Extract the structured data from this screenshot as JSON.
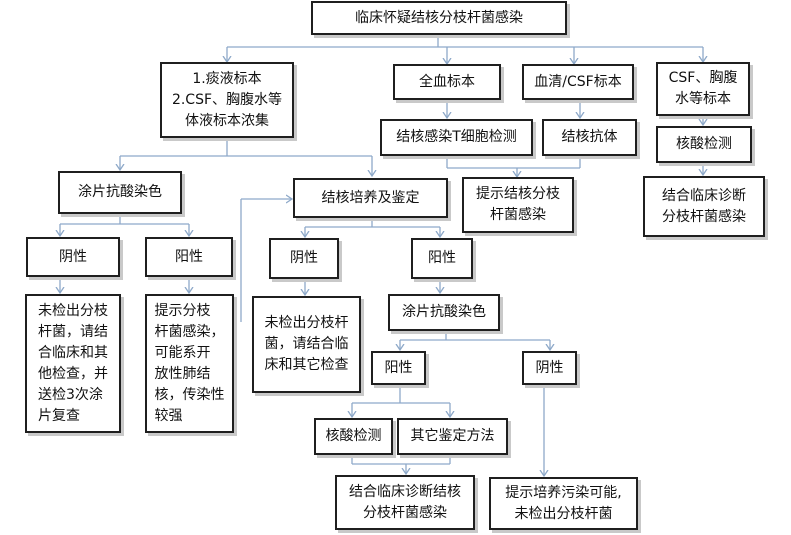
{
  "root": "临床怀疑结核分枝杆菌感染",
  "sample_sputum_csf": "1.痰液标本\n2.CSF、胸腹水等\n体液标本浓集",
  "sample_blood": "全血标本",
  "sample_serum": "血清/CSF标本",
  "sample_csf_pleural": "CSF、胸腹\n水等标本",
  "tcell_test": "结核感染T细胞检测",
  "antibody": "结核抗体",
  "nucleic_top": "核酸检测",
  "suggest_tb_infection": "提示结核分枝\n杆菌感染",
  "clinical_dx_mtb": "结合临床诊断\n分枝杆菌感染",
  "smear_1": "涂片抗酸染色",
  "culture": "结核培养及鉴定",
  "neg_1": "阴性",
  "pos_1": "阳性",
  "neg_2": "阴性",
  "pos_2": "阳性",
  "neg_1_result": "未检出分枝\n杆菌，请结\n合临床和其\n他检查，并\n送检3次涂\n片复查",
  "pos_1_result": "提示分枝\n杆菌感染，\n可能系开\n放性肺结\n核，传染性\n较强",
  "neg_2_result": "未检出分枝杆\n菌，请结合临\n床和其它检查",
  "smear_2": "涂片抗酸染色",
  "pos_3": "阳性",
  "neg_3": "阴性",
  "nucleic_bottom": "核酸检测",
  "other_methods": "其它鉴定方法",
  "clinical_dx_bottom": "结合临床诊断结核\n分枝杆菌感染",
  "contamination": "提示培养污染可能,\n未检出分枝杆菌",
  "colors": {
    "connector": "#8ea9c9",
    "border": "#1f1f1f",
    "shadow": "#c9c9c9"
  }
}
